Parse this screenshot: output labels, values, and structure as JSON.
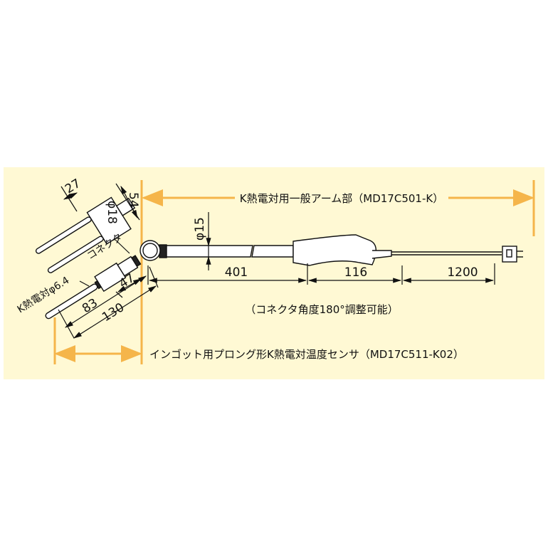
{
  "arm_label": "K熱電対用一般アーム部（MD17C501-K）",
  "angle_note": "（コネクタ角度180°調整可能）",
  "sensor_label": "インゴット用プロング形K熱電対温度センサ（MD17C511-K02）",
  "dims": {
    "d27": "27",
    "phi18": "φ18",
    "d54": "54",
    "connector": "コネクタ",
    "thermocouple": "K熱電対φ6.4",
    "d47": "47",
    "d83": "83",
    "d130": "130",
    "phi15": "φ15",
    "d401": "401",
    "d116": "116",
    "d1200": "1200"
  },
  "colors": {
    "background": "#fff9d4",
    "guide": "#f5b54a",
    "line": "#111111"
  }
}
